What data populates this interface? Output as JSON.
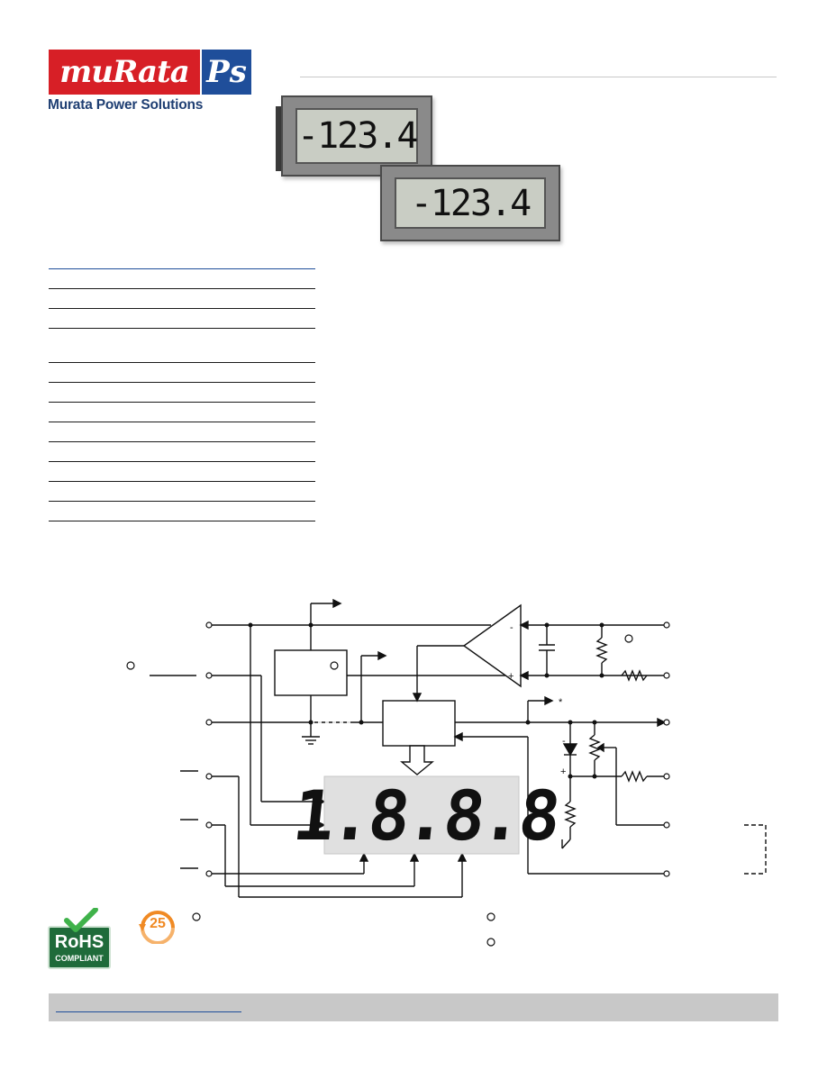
{
  "logo": {
    "brand": "muRata",
    "mark": "Ps",
    "tagline": "Murata Power Solutions"
  },
  "product": {
    "display_reading": "-123.4"
  },
  "schematic": {
    "display_digits": "1.8.8.8"
  },
  "badges": {
    "rohs_main": "RoHS",
    "rohs_sub": "COMPLIANT",
    "eco_years": "25"
  }
}
